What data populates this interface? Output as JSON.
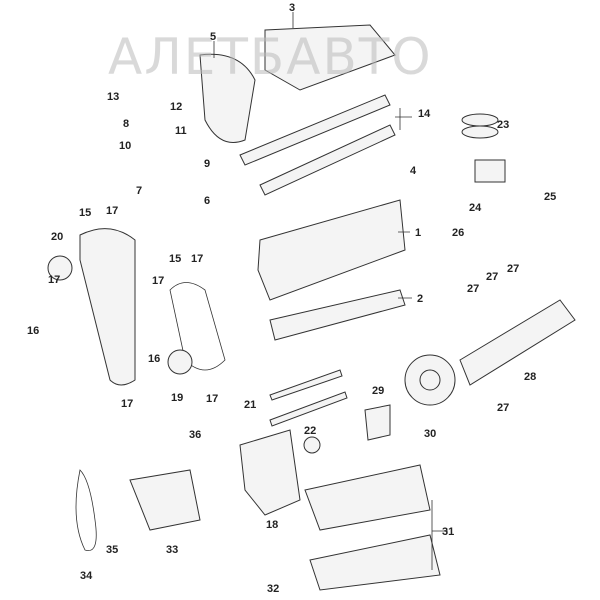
{
  "watermark": "АЛЕТБАВТО",
  "labels": [
    "3",
    "5",
    "13",
    "12",
    "8",
    "11",
    "10",
    "9",
    "7",
    "6",
    "14",
    "23",
    "4",
    "24",
    "25",
    "26",
    "1",
    "15",
    "17",
    "20",
    "17",
    "16",
    "17",
    "15",
    "17",
    "17",
    "16",
    "19",
    "17",
    "2",
    "27",
    "27",
    "27",
    "28",
    "27",
    "29",
    "30",
    "21",
    "22",
    "36",
    "18",
    "33",
    "35",
    "34",
    "31",
    "32"
  ]
}
